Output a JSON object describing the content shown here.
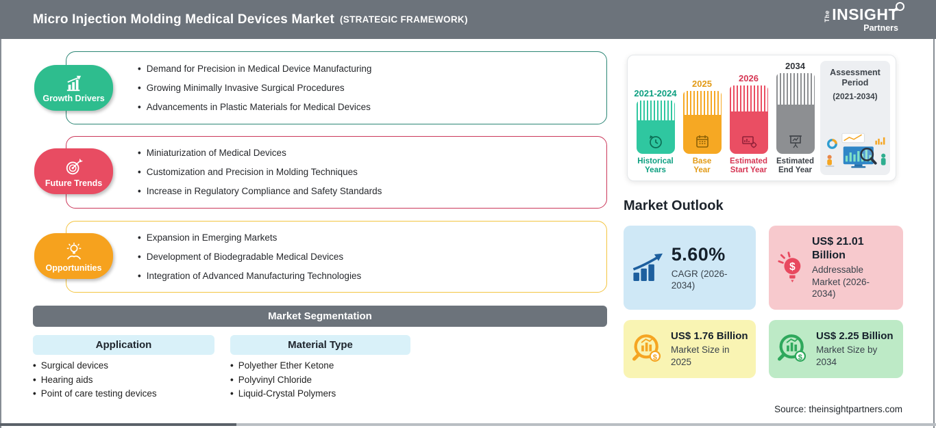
{
  "header": {
    "title": "Micro Injection Molding Medical Devices Market",
    "subtitle": "(STRATEGIC FRAMEWORK)",
    "logo": {
      "the": "The",
      "insight": "INSIGHT",
      "partners": "Partners"
    }
  },
  "factors": [
    {
      "label": "Growth Drivers",
      "badge_color": "#2ebd8e",
      "border_color": "#2a8574",
      "icon": "bar-chart-rising-icon",
      "items": [
        "Demand for Precision in Medical Device Manufacturing",
        "Growing Minimally Invasive Surgical Procedures",
        "Advancements in Plastic Materials for Medical Devices"
      ]
    },
    {
      "label": "Future Trends",
      "badge_color": "#e84c62",
      "border_color": "#cb3659",
      "icon": "target-dart-icon",
      "items": [
        "Miniaturization of Medical Devices",
        "Customization and Precision in Molding Techniques",
        "Increase in Regulatory Compliance and Safety Standards"
      ]
    },
    {
      "label": "Opportunities",
      "badge_color": "#f6a21e",
      "border_color": "#f3c43f",
      "icon": "hand-lightbulb-icon",
      "items": [
        "Expansion in Emerging Markets",
        "Development of Biodegradable Medical Devices",
        "Integration of Advanced Manufacturing Technologies"
      ]
    }
  ],
  "segmentation": {
    "title": "Market Segmentation",
    "columns": [
      {
        "header": "Application",
        "items": [
          "Surgical devices",
          "Hearing aids",
          "Point of care testing devices"
        ]
      },
      {
        "header": "Material Type",
        "items": [
          "Polyether Ether Ketone",
          "Polyvinyl Chloride",
          "Liquid-Crystal Polymers"
        ]
      }
    ]
  },
  "timeline": {
    "bars": [
      {
        "year": "2021-2024",
        "caption_line1": "Historical",
        "caption_line2": "Years",
        "color": "#2fc7a0",
        "icon": "history-clock-icon"
      },
      {
        "year": "2025",
        "caption_line1": "Base",
        "caption_line2": "Year",
        "color": "#f6a823",
        "icon": "calendar-icon"
      },
      {
        "year": "2026",
        "caption_line1": "Estimated",
        "caption_line2": "Start Year",
        "color": "#ea4e63",
        "icon": "estimate-chart-icon"
      },
      {
        "year": "2034",
        "caption_line1": "Estimated",
        "caption_line2": "End Year",
        "color": "#8d8f92",
        "icon": "presentation-board-icon"
      }
    ],
    "assessment": {
      "title": "Assessment Period",
      "range": "(2021-2034)"
    }
  },
  "outlook": {
    "title": "Market Outlook",
    "cards": [
      {
        "value": "5.60%",
        "label": "CAGR (2026-2034)",
        "bg": "#cfe8f6",
        "icon": "growth-arrow-chart-icon"
      },
      {
        "value": "US$ 21.01 Billion",
        "label": "Addressable Market (2026-2034)",
        "bg": "#f7c9cd",
        "icon": "dollar-bulb-icon"
      },
      {
        "value": "US$ 1.76 Billion",
        "label": "Market Size in 2025",
        "bg": "#f9f4b3",
        "icon": "magnifier-chart-orange-icon"
      },
      {
        "value": "US$ 2.25 Billion",
        "label": "Market Size by 2034",
        "bg": "#bdeac6",
        "icon": "magnifier-chart-green-icon"
      }
    ]
  },
  "source": "Source: theinsightpartners.com",
  "colors": {
    "header_bg": "#6c737b",
    "growth_green": "#2ebd8e",
    "trend_red": "#e84c62",
    "opportunity_orange": "#f6a21e",
    "segment_header_blue": "#d9f1f9",
    "card_blue": "#cfe8f6",
    "card_pink": "#f7c9cd",
    "card_yellow": "#f9f4b3",
    "card_green": "#bdeac6"
  }
}
